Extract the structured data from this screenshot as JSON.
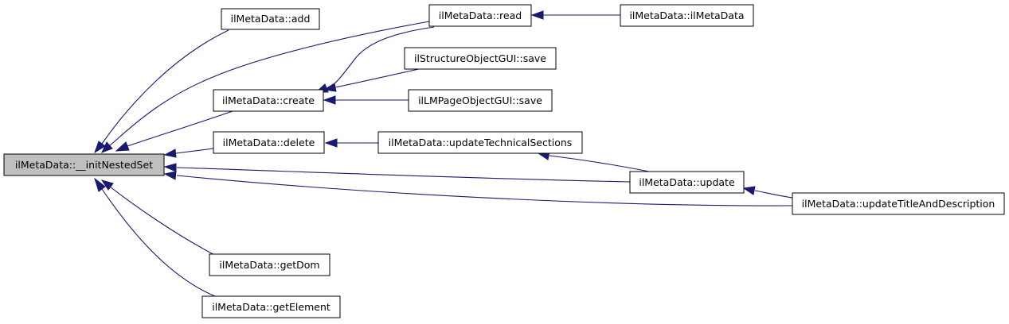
{
  "graph": {
    "edge_color": "#191970",
    "root_fill": "#bfbfbf",
    "nodes": {
      "init": "ilMetaData::__initNestedSet",
      "add": "ilMetaData::add",
      "read": "ilMetaData::read",
      "ctor": "ilMetaData::ilMetaData",
      "sosave": "ilStructureObjectGUI::save",
      "create": "ilMetaData::create",
      "lmsave": "ilLMPageObjectGUI::save",
      "delete": "ilMetaData::delete",
      "uts": "ilMetaData::updateTechnicalSections",
      "update": "ilMetaData::update",
      "utd": "ilMetaData::updateTitleAndDescription",
      "getdom": "ilMetaData::getDom",
      "getel": "ilMetaData::getElement"
    },
    "edges": [
      {
        "caller": "add",
        "callee": "init"
      },
      {
        "caller": "read",
        "callee": "init"
      },
      {
        "caller": "create",
        "callee": "init"
      },
      {
        "caller": "delete",
        "callee": "init"
      },
      {
        "caller": "update",
        "callee": "init"
      },
      {
        "caller": "utd",
        "callee": "init"
      },
      {
        "caller": "getdom",
        "callee": "init"
      },
      {
        "caller": "getel",
        "callee": "init"
      },
      {
        "caller": "ctor",
        "callee": "read"
      },
      {
        "caller": "read",
        "callee": "create"
      },
      {
        "caller": "sosave",
        "callee": "create"
      },
      {
        "caller": "lmsave",
        "callee": "create"
      },
      {
        "caller": "uts",
        "callee": "delete"
      },
      {
        "caller": "update",
        "callee": "uts"
      },
      {
        "caller": "utd",
        "callee": "update"
      }
    ]
  }
}
